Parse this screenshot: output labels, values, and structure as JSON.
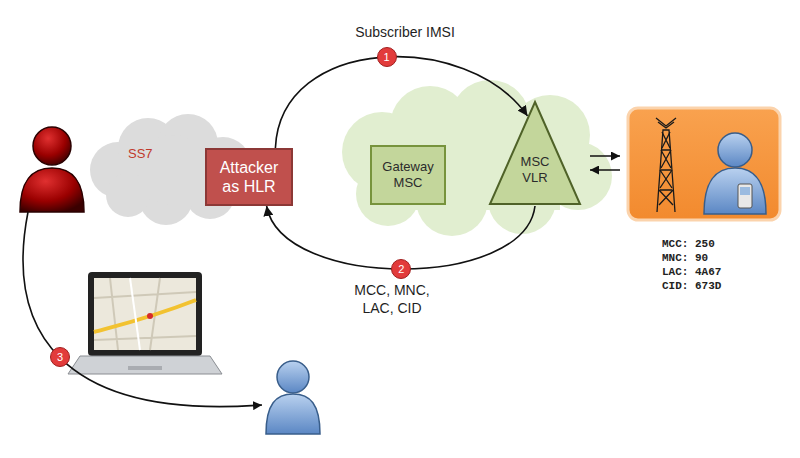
{
  "diagram": {
    "nodes": [
      {
        "text": [
          "SS7"
        ]
      },
      {
        "text": [
          "Attacker as HLR"
        ],
        "in": 0
      },
      {
        "text": [
          "Gateway MSC"
        ]
      },
      {
        "text": [
          "MSC VLR"
        ]
      }
    ],
    "edges": [
      {
        "from": 1,
        "to": 3,
        "arrow": "to",
        "label": "Subscriber IMSI"
      },
      {
        "from": 3,
        "to": 1,
        "arrow": "to",
        "label": "MCC, MNC, LAC, CID"
      }
    ],
    "labels": [
      "1",
      "2",
      "3",
      "MCC: 250",
      "MNC: 90",
      "LAC: 4A67",
      "CID: 673D"
    ]
  }
}
